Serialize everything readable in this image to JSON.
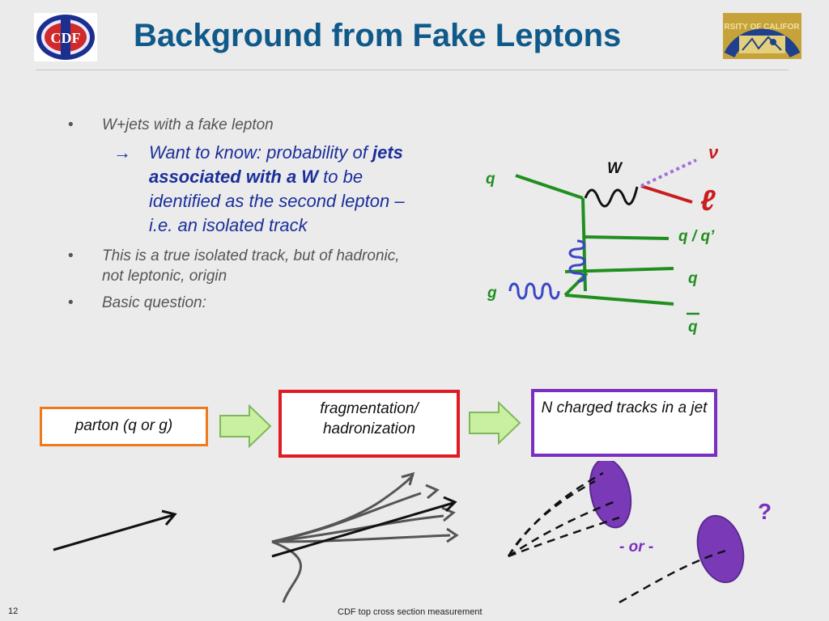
{
  "title": "Background from Fake Leptons",
  "logo_left_text": "CDF",
  "logo_right_text": "RSITY OF CALIFOR",
  "bullets": {
    "b1": "W+jets with a fake lepton",
    "sub_pre": "Want to know: probability of ",
    "sub_bold": "jets associated with a W",
    "sub_post": " to be identified as the second lepton – i.e. an isolated track",
    "b2": "This is a true isolated track, but of hadronic, not leptonic, origin",
    "b3": "Basic question:"
  },
  "diagram": {
    "W": "W",
    "nu": "ν",
    "q_in": "q",
    "lepton": "ℓ",
    "q_qprime": "q / q’",
    "g": "g",
    "q_out": "q",
    "qbar": "q"
  },
  "flow": {
    "parton": "parton (q or g)",
    "frag": "fragmentation/ hadronization",
    "tracks": "N charged tracks in a jet"
  },
  "or_label": "- or -",
  "question_mark": "?",
  "footer": {
    "page": "12",
    "text": "CDF top cross section measurement"
  },
  "colors": {
    "title": "#0f5a8a",
    "sub": "#1a2f9a",
    "green": "#1f8f1f",
    "lepton": "#c81e1e",
    "purple": "#7a2fc0",
    "orange": "#ee7a1e"
  }
}
